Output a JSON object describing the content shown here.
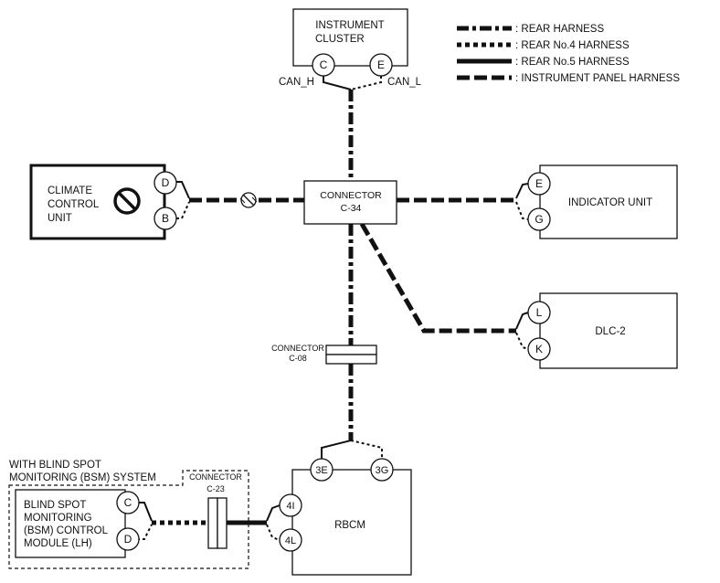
{
  "legend": [
    {
      "style": "dash-dot",
      "text": ": REAR HARNESS"
    },
    {
      "style": "dotted",
      "text": ": REAR No.4 HARNESS"
    },
    {
      "style": "solid",
      "text": ": REAR No.5 HARNESS"
    },
    {
      "style": "dashed",
      "text": ": INSTRUMENT PANEL HARNESS"
    }
  ],
  "instrument_cluster": {
    "line1": "INSTRUMENT",
    "line2": "CLUSTER",
    "pin_c": "C",
    "pin_e": "E",
    "can_h": "CAN_H",
    "can_l": "CAN_L"
  },
  "climate": {
    "line1": "CLIMATE",
    "line2": "CONTROL",
    "line3": "UNIT",
    "pin_d": "D",
    "pin_b": "B",
    "prohibited_icon": "no-symbol-icon"
  },
  "connector_c34": {
    "line1": "CONNECTOR",
    "line2": "C-34"
  },
  "indicator_unit": {
    "label": "INDICATOR UNIT",
    "pin_e": "E",
    "pin_g": "G"
  },
  "dlc2": {
    "label": "DLC-2",
    "pin_l": "L",
    "pin_k": "K"
  },
  "connector_c08": {
    "line1": "CONNECTOR",
    "line2": "C-08"
  },
  "rbcm": {
    "label": "RBCM",
    "pin_3e": "3E",
    "pin_3g": "3G",
    "pin_4i": "4I",
    "pin_4l": "4L"
  },
  "bsm_group": {
    "line1": "WITH BLIND SPOT",
    "line2": "MONITORING (BSM) SYSTEM"
  },
  "connector_c23": {
    "line1": "CONNECTOR",
    "line2": "C-23"
  },
  "bsm_module": {
    "line1": "BLIND SPOT",
    "line2": "MONITORING",
    "line3": "(BSM) CONTROL",
    "line4": "MODULE (LH)",
    "pin_c": "C",
    "pin_d": "D"
  }
}
